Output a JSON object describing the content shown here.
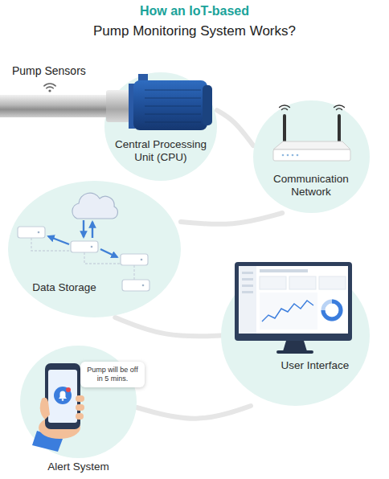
{
  "diagram": {
    "title": "How an IoT-based Pump Monitoring System Works?",
    "nodes": [
      {
        "text": [
          "Central Processing Unit (CPU)"
        ]
      },
      {
        "text": [
          "Communication Network"
        ]
      },
      {
        "text": [
          "Data Storage"
        ]
      },
      {
        "text": [
          "User Interface"
        ]
      },
      {
        "text": [
          "Alert System"
        ]
      },
      {
        "text": [
          "Pump will be off in 5 mins."
        ],
        "in": 4
      }
    ],
    "edges": [
      {
        "from": 0,
        "to": 1,
        "arrow": "none"
      },
      {
        "from": 1,
        "to": 2,
        "arrow": "none"
      },
      {
        "from": 2,
        "to": 3,
        "arrow": "none"
      },
      {
        "from": 3,
        "to": 4,
        "arrow": "none"
      }
    ],
    "labels": [
      "Pump Sensors"
    ]
  }
}
